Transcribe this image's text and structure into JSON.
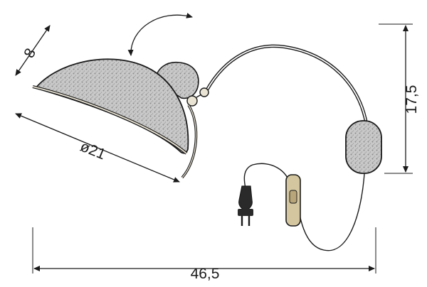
{
  "dimensions": {
    "shade_depth": "8",
    "shade_diameter": "ø21",
    "arm_height": "17,5",
    "total_width": "46,5"
  },
  "colors": {
    "line": "#1a1a1a",
    "shade_fill": "#c9c9c9",
    "shade_texture": "#8a8a8a",
    "rim": "#e9e4d4",
    "base": "#b9b9b9",
    "switch": "#d4c7a0"
  },
  "icons": {
    "rotation": "curved-double-arrow-icon",
    "plug": "power-plug-icon"
  }
}
